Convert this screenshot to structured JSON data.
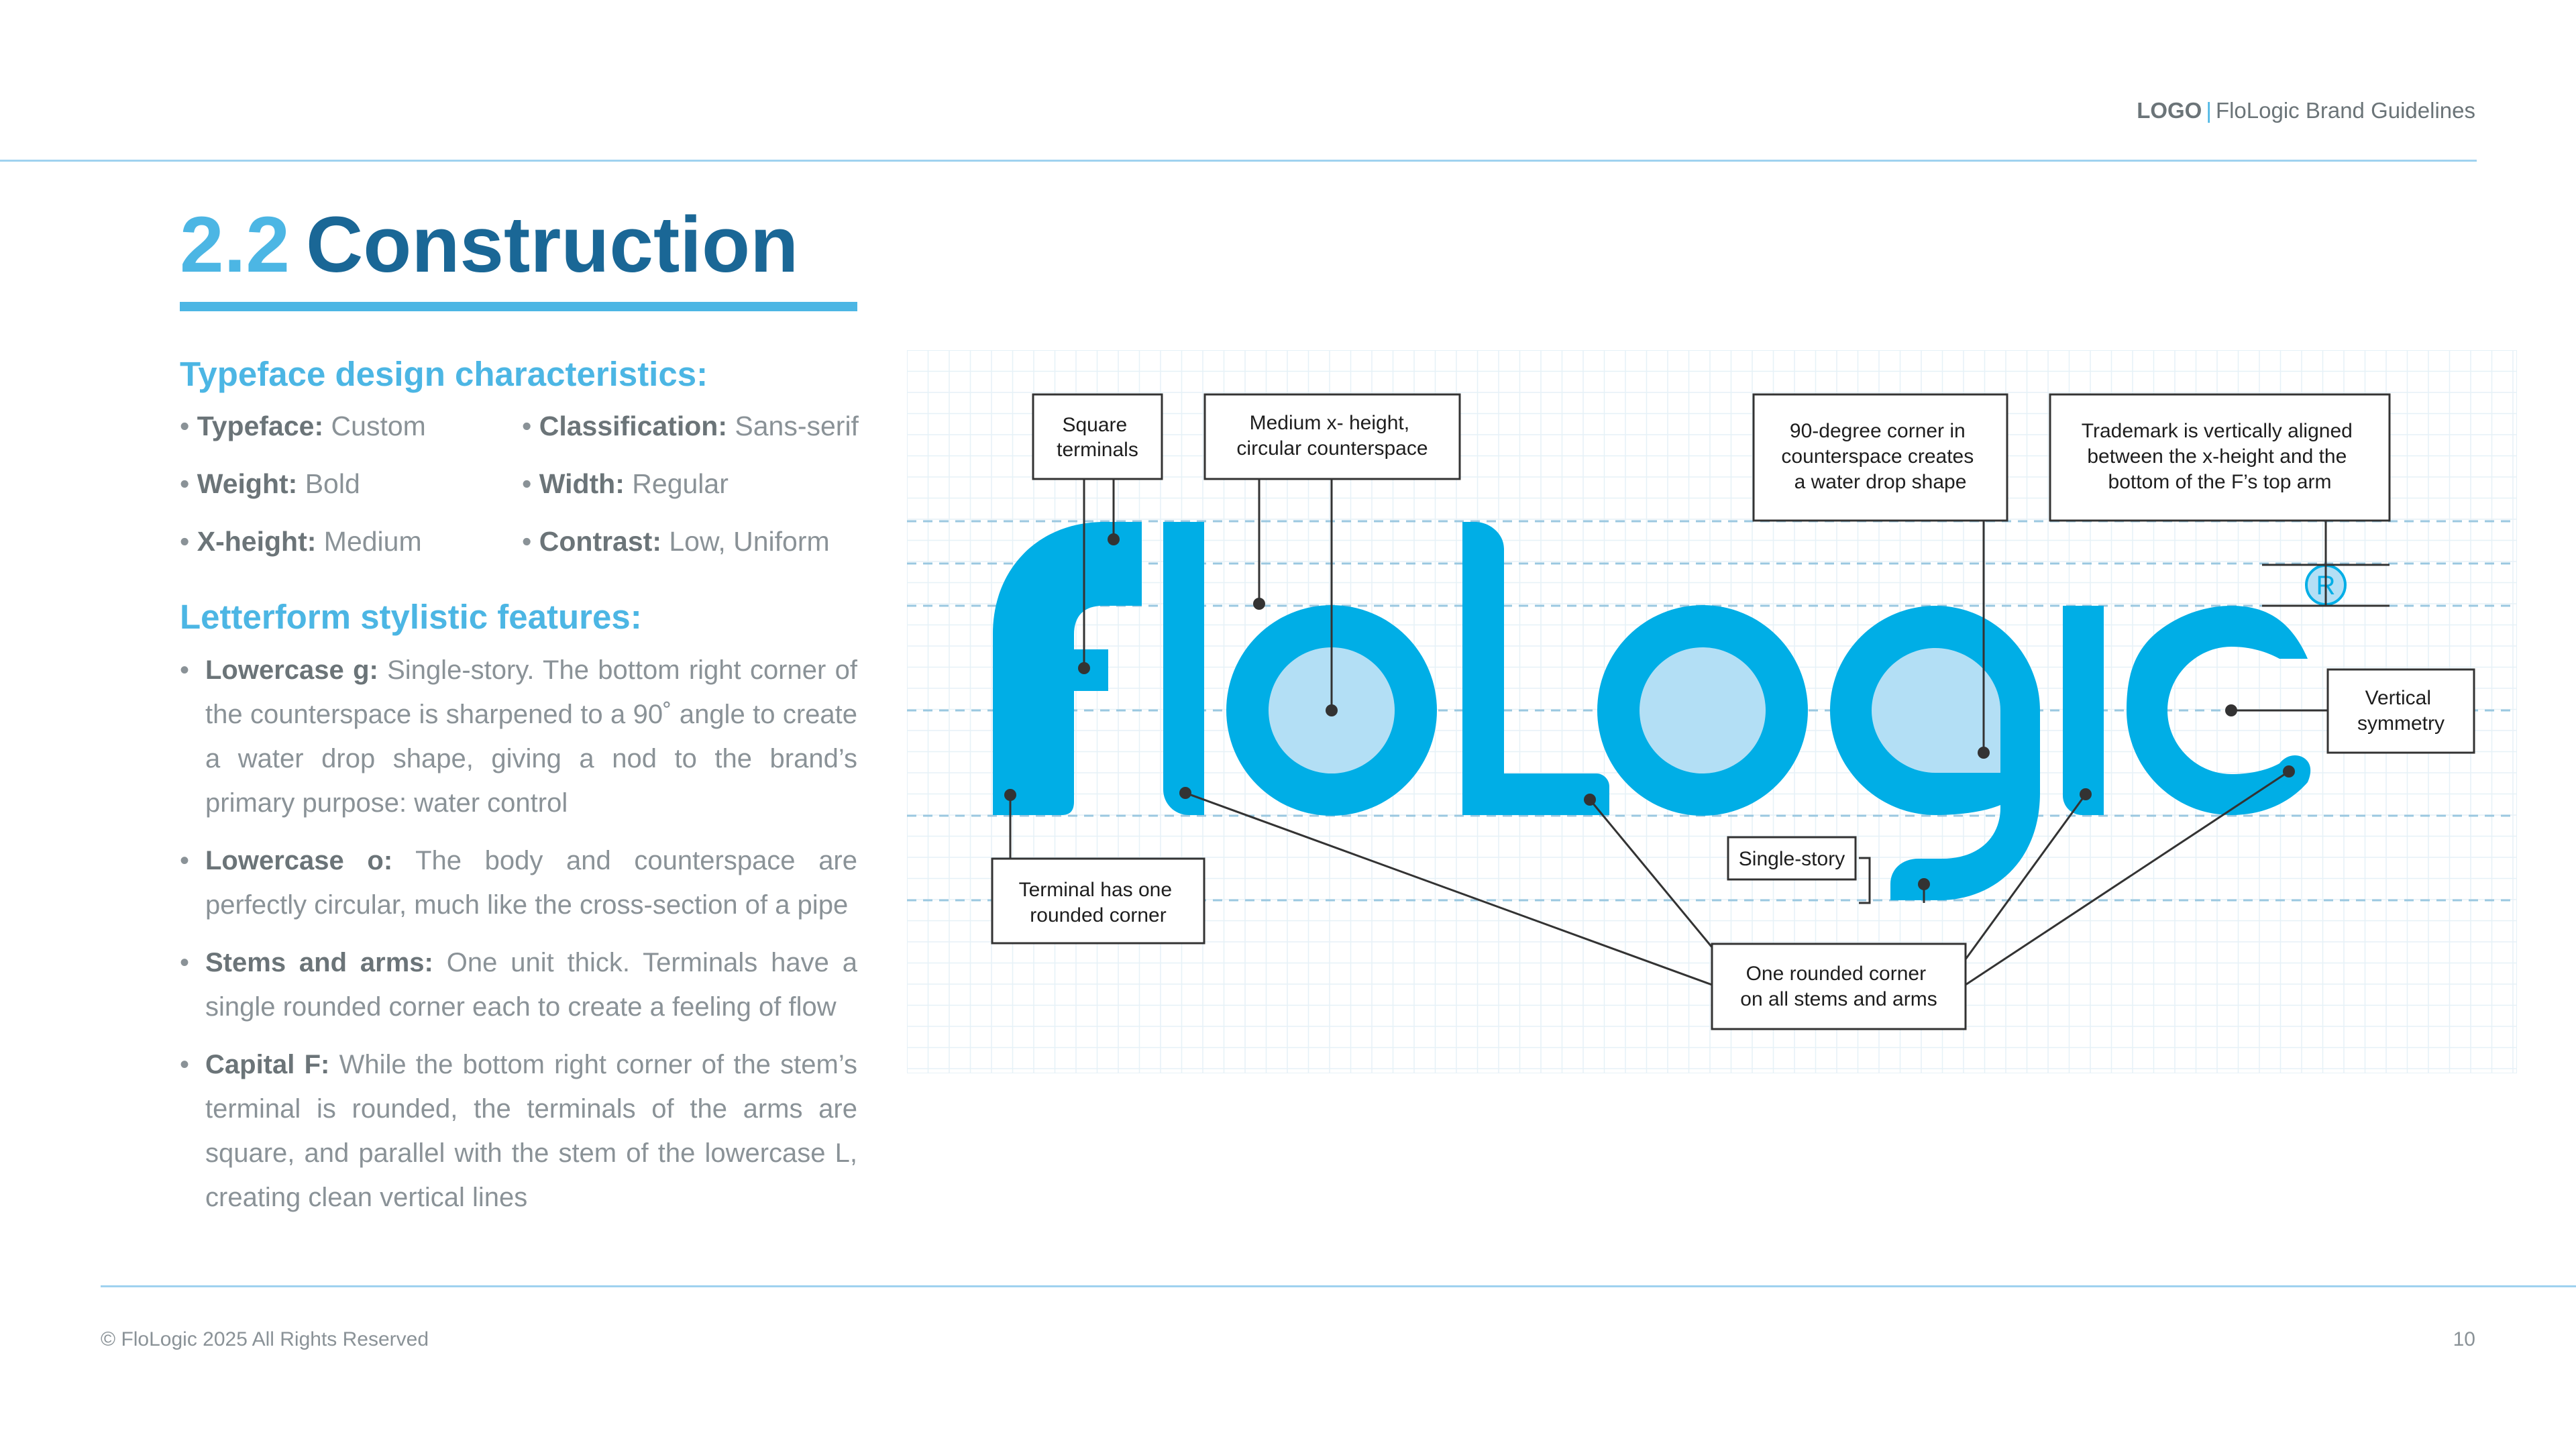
{
  "header": {
    "section": "LOGO",
    "separator": "|",
    "doc_title": "FloLogic Brand Guidelines"
  },
  "title": {
    "number": "2.2",
    "text": "Construction"
  },
  "typeface": {
    "heading": "Typeface design characteristics:",
    "items": [
      {
        "label": "Typeface:",
        "value": "Custom"
      },
      {
        "label": "Classification:",
        "value": "Sans-serif"
      },
      {
        "label": "Weight:",
        "value": "Bold"
      },
      {
        "label": "Width:",
        "value": "Regular"
      },
      {
        "label": "X-height:",
        "value": "Medium"
      },
      {
        "label": "Contrast:",
        "value": "Low, Uniform"
      }
    ]
  },
  "letterform": {
    "heading": "Letterform stylistic features:",
    "items": [
      {
        "label": "Lowercase g:",
        "text": "Single-story. The bottom right corner of the counterspace is sharpened to a 90˚ angle to create a water drop shape, giving a nod to the brand’s primary purpose: water control"
      },
      {
        "label": "Lowercase o:",
        "text": "The body and counterspace are perfectly circular, much like the cross-section of a pipe"
      },
      {
        "label": "Stems and arms:",
        "text": "One unit thick. Terminals have a single rounded corner each to create a feeling of flow"
      },
      {
        "label": "Capital F:",
        "text": "While the bottom right corner of the stem’s terminal is rounded, the terminals of the arms are square, and parallel with the stem of the lowercase L, creating clean vertical lines"
      }
    ]
  },
  "diagram": {
    "logo_text": "FloLogic",
    "trademark_symbol": "R",
    "colors": {
      "brand_blue": "#00aee6",
      "counter_fill": "#b3dff5",
      "grid": "#e6f1f7",
      "guide": "#9bc8e0",
      "callout_line": "#333333"
    },
    "callouts": {
      "square_terminals": [
        "Square",
        "terminals"
      ],
      "x_height": [
        "Medium x- height,",
        "circular counterspace"
      ],
      "water_drop": [
        "90-degree corner in",
        "counterspace creates",
        "a water drop shape"
      ],
      "trademark": [
        "Trademark is vertically aligned",
        "between the x-height  and the",
        "bottom of the F’s top arm"
      ],
      "vertical_symmetry": [
        "Vertical",
        "symmetry"
      ],
      "single_story": [
        "Single-story"
      ],
      "terminal_rounded": [
        "Terminal has one",
        "rounded corner"
      ],
      "rounded_corner": [
        "One rounded corner",
        "on all stems and arms"
      ]
    }
  },
  "footer": {
    "copyright": "© FloLogic 2025 All Rights Reserved",
    "page_number": "10"
  }
}
